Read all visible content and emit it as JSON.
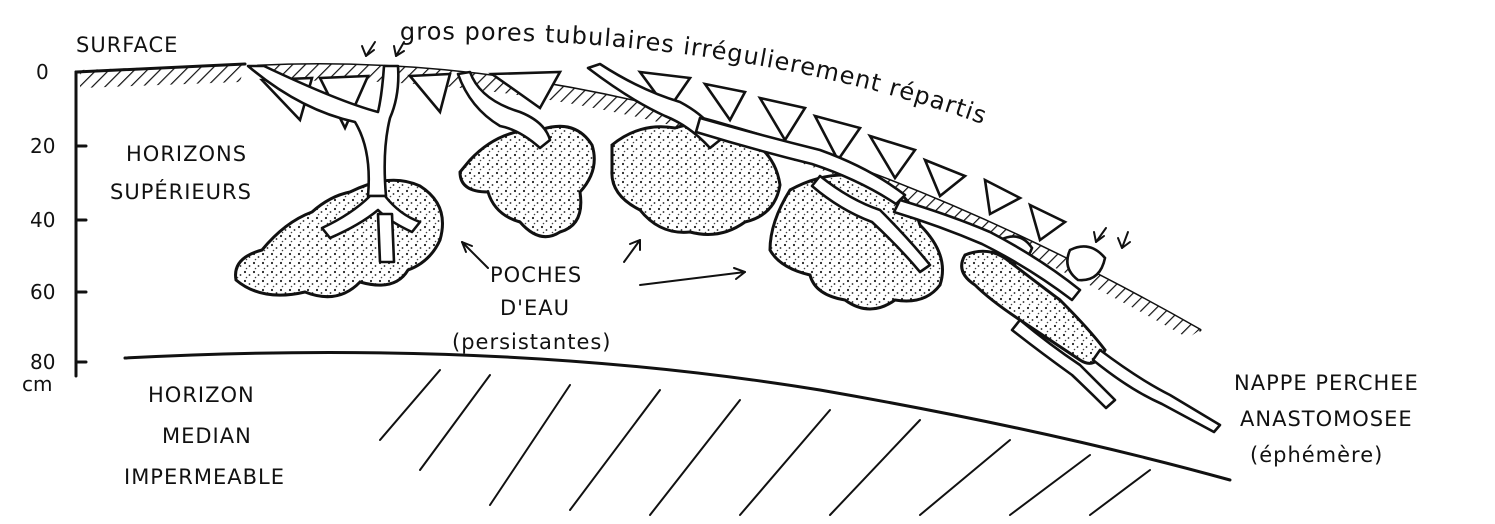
{
  "diagram": {
    "surface_label": "SURFACE",
    "depth_unit": "cm",
    "depth_ticks": [
      "0",
      "20",
      "40",
      "60",
      "80"
    ],
    "upper_horizons": [
      "HORIZONS",
      "SUPÉRIEURS"
    ],
    "lower_horizon": [
      "HORIZON",
      "MEDIAN",
      "IMPERMEABLE"
    ],
    "pores_label": "gros pores tubulaires irrégulierement répartis",
    "water_pockets": [
      "POCHES",
      "D'EAU",
      "(persistantes)"
    ],
    "perched_water": [
      "NAPPE PERCHEE",
      "ANASTOMOSEE",
      "(éphémère)"
    ]
  }
}
